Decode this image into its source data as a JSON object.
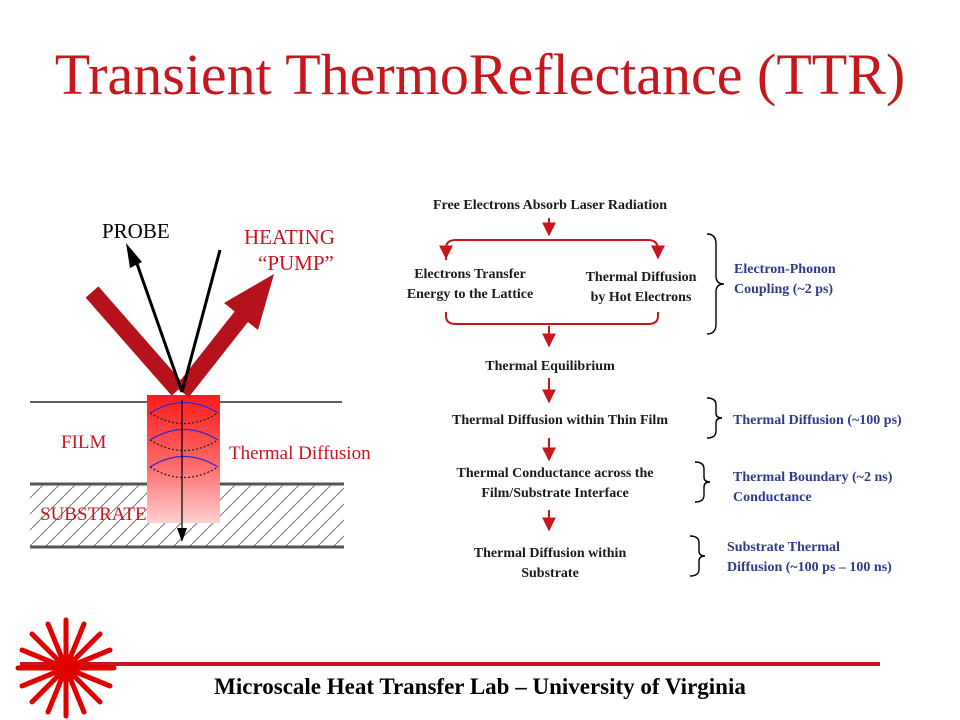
{
  "title": "Transient ThermoReflectance (TTR)",
  "left": {
    "probe": "PROBE",
    "pump_line1": "HEATING",
    "pump_line2": "“PUMP”",
    "film": "FILM",
    "substrate": "SUBSTRATE",
    "thermal_diffusion": "Thermal Diffusion"
  },
  "flow": {
    "absorb": "Free Electrons Absorb Laser Radiation",
    "transfer": [
      "Electrons Transfer",
      "Energy to the Lattice"
    ],
    "hot_diffusion": [
      "Thermal Diffusion",
      "by Hot Electrons"
    ],
    "equilibrium": "Thermal Equilibrium",
    "film_diffusion": "Thermal Diffusion within Thin Film",
    "conductance": [
      "Thermal Conductance across the",
      "Film/Substrate Interface"
    ],
    "substrate_diffusion": [
      "Thermal Diffusion within",
      "Substrate"
    ]
  },
  "notes": {
    "ep": [
      "Electron-Phonon",
      "Coupling (~2 ps)"
    ],
    "td": "Thermal Diffusion (~100 ps)",
    "tb": [
      "Thermal Boundary (~2 ns)",
      "Conductance"
    ],
    "sub": [
      "Substrate Thermal",
      "Diffusion (~100 ps – 100 ns)"
    ]
  },
  "colors": {
    "title": "#c8161d",
    "pump": "#b5121b",
    "notes": "#2e3a8c",
    "beam": "#ff2020"
  },
  "footer": "Microscale Heat Transfer Lab – University of Virginia",
  "logo_icon": "sunburst-logo-icon"
}
